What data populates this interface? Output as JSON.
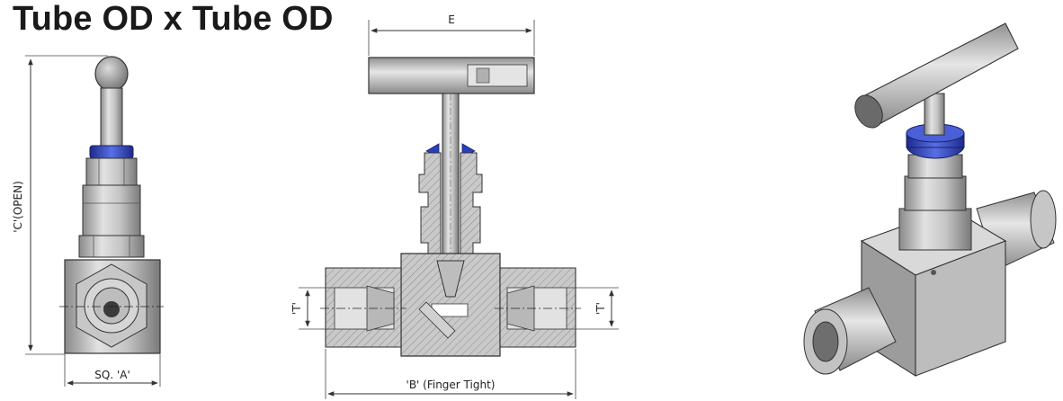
{
  "title": "Tube OD x Tube OD",
  "labels": {
    "dim_c": "'C'(OPEN)",
    "dim_a": "SQ. 'A'",
    "dim_e": "E",
    "dim_b": "'B' (Finger Tight)",
    "dim_t_left": "'T'",
    "dim_t_right": "'T'"
  },
  "colors": {
    "steel": "#b9b9b9",
    "steel_dark": "#7d7d7d",
    "blue_ring": "#2a3fbf",
    "outline": "#2b2b2b"
  }
}
